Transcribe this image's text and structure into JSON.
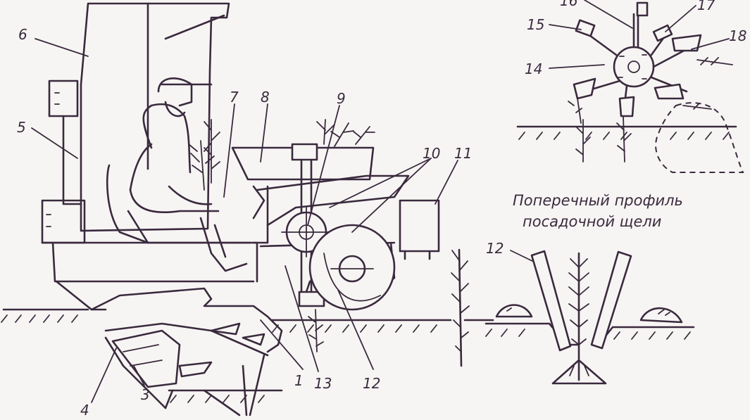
{
  "labels": {
    "l1": "1",
    "l3": "3",
    "l4": "4",
    "l5": "5",
    "l6": "6",
    "l7": "7",
    "l8": "8",
    "l9": "9",
    "l10": "10",
    "l11": "11",
    "l12": "12",
    "l13": "13",
    "l12_profile": "12",
    "l14": "14",
    "l15": "15",
    "l16": "16",
    "l17": "17",
    "l18": "18"
  },
  "caption": {
    "line1": "Поперечный профиль",
    "line2": "посадочной щели"
  },
  "colors": {
    "ink": "#3a2a3e",
    "paper": "#f7f5f3"
  }
}
